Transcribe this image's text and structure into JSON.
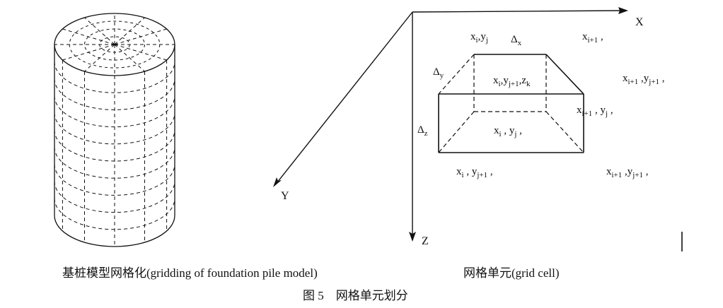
{
  "captions": {
    "left_subcaption": "基桩模型网格化(gridding of foundation pile model)",
    "right_subcaption": "网格单元(grid cell)",
    "figure_caption": "图 5　网格单元划分"
  },
  "axes": {
    "x": "X",
    "y": "Y",
    "z": "Z"
  },
  "cell_labels": [
    {
      "key": "top_left",
      "parts": [
        {
          "t": "x"
        },
        {
          "s": "i"
        },
        {
          "t": ",y"
        },
        {
          "s": "j"
        }
      ]
    },
    {
      "key": "delta_x",
      "parts": [
        {
          "t": "Δ"
        },
        {
          "s": "x"
        }
      ]
    },
    {
      "key": "top_right",
      "parts": [
        {
          "t": "x"
        },
        {
          "s": "i+1"
        },
        {
          "t": " ,"
        }
      ]
    },
    {
      "key": "delta_y",
      "parts": [
        {
          "t": "Δ"
        },
        {
          "s": "y"
        }
      ]
    },
    {
      "key": "back_inner",
      "parts": [
        {
          "t": "x"
        },
        {
          "s": "i"
        },
        {
          "t": ",y"
        },
        {
          "s": "j+1"
        },
        {
          "t": ",z"
        },
        {
          "s": "k"
        }
      ]
    },
    {
      "key": "right_far",
      "parts": [
        {
          "t": "x"
        },
        {
          "s": "i+1"
        },
        {
          "t": " ,y"
        },
        {
          "s": "j+1"
        },
        {
          "t": " ,"
        }
      ]
    },
    {
      "key": "right_mid",
      "parts": [
        {
          "t": "x"
        },
        {
          "s": "i+1"
        },
        {
          "t": "  , y"
        },
        {
          "s": "j"
        },
        {
          "t": "  ,"
        }
      ]
    },
    {
      "key": "delta_z",
      "parts": [
        {
          "t": "Δ"
        },
        {
          "s": "z"
        }
      ]
    },
    {
      "key": "center",
      "parts": [
        {
          "t": "x"
        },
        {
          "s": "i"
        },
        {
          "t": "  , y"
        },
        {
          "s": "j"
        },
        {
          "t": "  ,"
        }
      ]
    },
    {
      "key": "bottom_left",
      "parts": [
        {
          "t": "x"
        },
        {
          "s": "i"
        },
        {
          "t": "  , y"
        },
        {
          "s": "j+1"
        },
        {
          "t": "  ,"
        }
      ]
    },
    {
      "key": "bottom_right",
      "parts": [
        {
          "t": "x"
        },
        {
          "s": "i+1"
        },
        {
          "t": " ,y"
        },
        {
          "s": "j+1"
        },
        {
          "t": " ,"
        }
      ]
    }
  ]
}
